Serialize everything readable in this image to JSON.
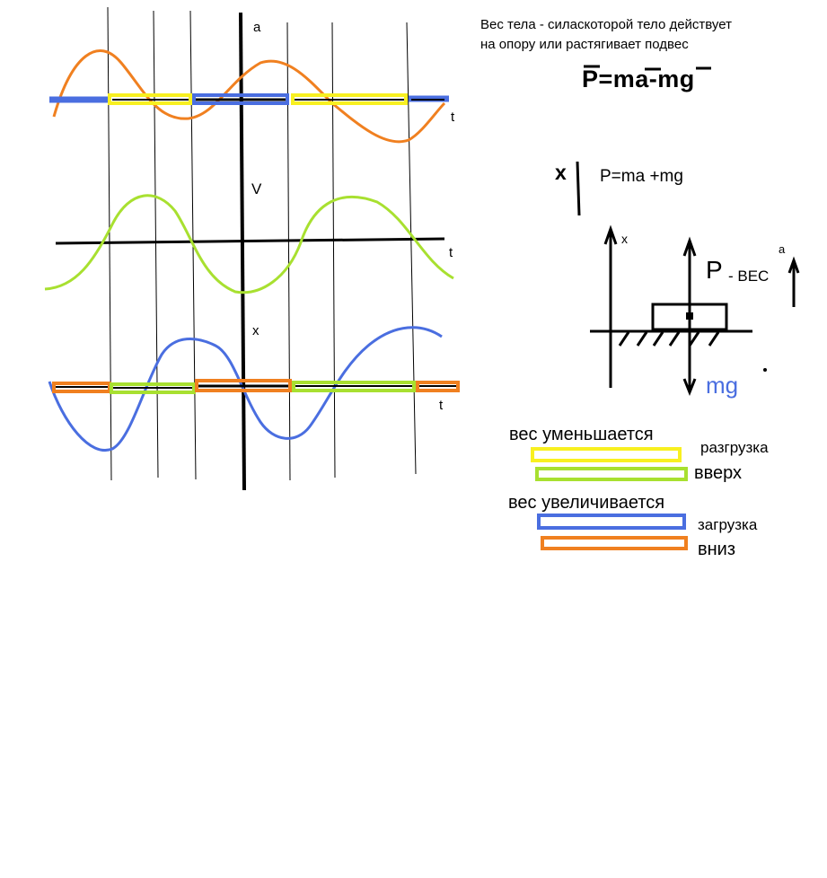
{
  "graphs": {
    "acceleration": {
      "axis_label": "a",
      "time_label": "t"
    },
    "velocity": {
      "axis_label": "V",
      "time_label": "t"
    },
    "displacement": {
      "axis_label": "x",
      "time_label": "t"
    }
  },
  "definition": {
    "line1": "Вес тела - силаскоторой тело действует",
    "line2": "на опору или растягивает подвес"
  },
  "main_formula": "P=ma-mg",
  "side_formula": {
    "axis": "x",
    "text": "P=ma +mg"
  },
  "force_diagram": {
    "x_label": "x",
    "weight_symbol": "P",
    "weight_word": "- ВЕС",
    "accel_label": "a",
    "gravity_label": "mg"
  },
  "legend": {
    "decrease_title": "вес уменьшается",
    "unloading": "разгрузка",
    "up": "вверх",
    "increase_title": "вес увеличивается",
    "loading": "загрузка",
    "down": "вниз"
  },
  "colors": {
    "acceleration_curve": "#f08020",
    "velocity_curve": "#a8e030",
    "displacement_curve": "#4a6ee0",
    "yellow_segment": "#f8f020",
    "green_segment": "#a8e030",
    "blue_segment": "#4a6ee0",
    "orange_segment": "#f08020",
    "gravity_text": "#4a6ee0"
  }
}
